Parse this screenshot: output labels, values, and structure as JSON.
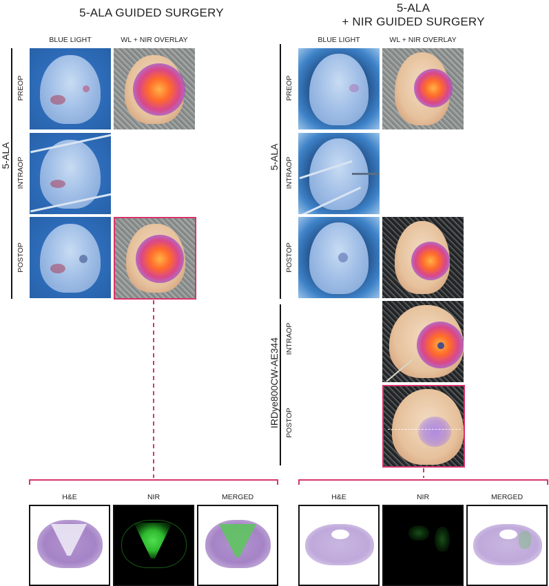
{
  "left": {
    "title": "5-ALA GUIDED SURGERY",
    "col_headers": [
      "BLUE LIGHT",
      "WL + NIR OVERLAY"
    ],
    "group_label": "5-ALA",
    "rows": [
      {
        "label": "PREOP",
        "panels": [
          "blue-light",
          "wl-nir-overlay"
        ]
      },
      {
        "label": "INTRAOP",
        "panels": [
          "blue-light"
        ]
      },
      {
        "label": "POSTOP",
        "panels": [
          "blue-light",
          "wl-nir-overlay-highlighted"
        ]
      }
    ],
    "histology_headers": [
      "H&E",
      "NIR",
      "MERGED"
    ]
  },
  "right": {
    "title_line1": "5-ALA",
    "title_line2": "+ NIR GUIDED SURGERY",
    "col_headers": [
      "BLUE LIGHT",
      "WL + NIR OVERLAY"
    ],
    "group_label_1": "5-ALA",
    "group_label_2": "IRDye800CW-AE344",
    "rows": [
      {
        "label": "PREOP",
        "group": "5-ALA"
      },
      {
        "label": "INTRAOP",
        "group": "5-ALA"
      },
      {
        "label": "POSTOP",
        "group": "5-ALA"
      },
      {
        "label": "INTRAOP",
        "group": "IRDye800CW-AE344"
      },
      {
        "label": "POSTOP",
        "group": "IRDye800CW-AE344"
      }
    ],
    "histology_headers": [
      "H&E",
      "NIR",
      "MERGED"
    ]
  },
  "colors": {
    "highlight": "#d6336c",
    "blue_light": "#2d6bb8",
    "nir_green": "#3ccf3c",
    "he_purple": "#a583c6"
  }
}
